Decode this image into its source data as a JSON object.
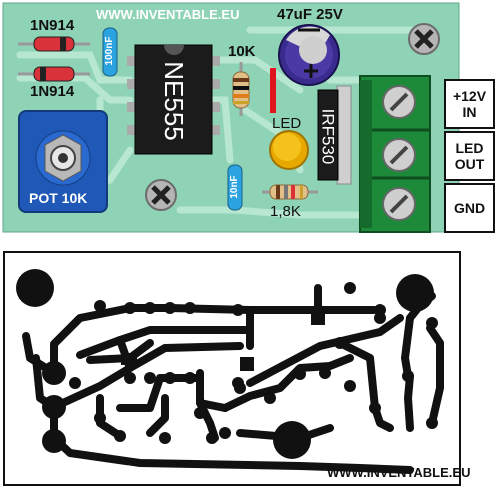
{
  "website": "WWW.INVENTABLE.EU",
  "top_layout": {
    "board_color": "#8fd3b6",
    "diode_1_label": "1N914",
    "diode_2_label": "1N914",
    "cap_100nf_label": "100nF",
    "ic_label": "NE555",
    "resistor_10k_label": "10K",
    "electrolytic_label": "47uF 25V",
    "led_label": "LED",
    "mosfet_label": "IRF530",
    "cap_10nf_label": "10nF",
    "resistor_1k8_label": "1,8K",
    "pot_label": "POT 10K",
    "terminals": {
      "plus12_line1": "+12V",
      "plus12_line2": "IN",
      "ledout_line1": "LED",
      "ledout_line2": "OUT",
      "gnd": "GND"
    }
  },
  "bottom_layout": {
    "trace_color": "#111111",
    "background": "#ffffff"
  }
}
